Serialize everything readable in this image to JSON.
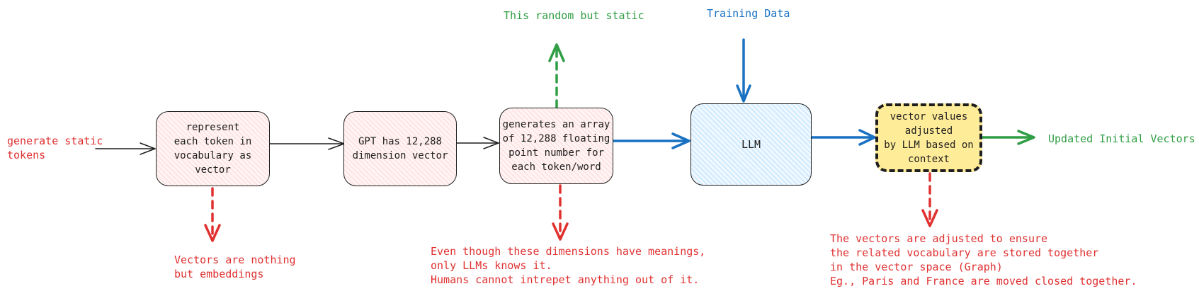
{
  "labels": {
    "generate_static": "generate static\ntokens",
    "random_static": "This random but static",
    "training_data": "Training Data",
    "updated_vectors": "Updated Initial Vectors",
    "vectors_embeddings": "Vectors are nothing\nbut embeddings",
    "dimensions_note": "Even though these dimensions have meanings,\nonly LLMs knows it.\nHumans cannot intrepet anything out of it.",
    "adjusted_note": "The vectors are adjusted to ensure\nthe related vocabulary are stored together\nin the vector space (Graph)\nEg., Paris and France are moved closed together."
  },
  "boxes": {
    "represent": "represent\neach token in\nvocabulary as\nvector",
    "gpt": "GPT has 12,288\ndimension vector",
    "generates": "generates an array\nof 12,288 floating\npoint number for\neach token/word",
    "llm": "LLM",
    "adjusted": "vector values\nadjusted\nby LLM based on\ncontext"
  },
  "colors": {
    "red": "#e03131",
    "green": "#2f9e44",
    "blue": "#1971c2",
    "black": "#1e1e1e",
    "yellow": "#ffec99"
  }
}
